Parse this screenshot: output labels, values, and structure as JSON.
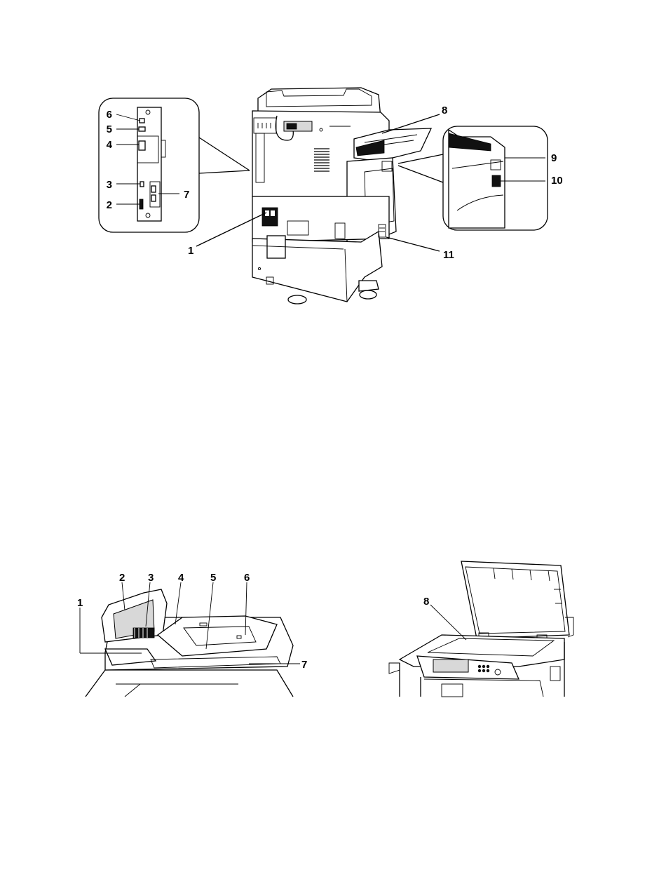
{
  "figures": [
    {
      "name": "printer-rear-view",
      "callouts": [
        "1",
        "2",
        "3",
        "4",
        "5",
        "6",
        "7",
        "8",
        "9",
        "10",
        "11"
      ]
    },
    {
      "name": "document-feeder-view",
      "callouts": [
        "1",
        "2",
        "3",
        "4",
        "5",
        "6",
        "7"
      ]
    },
    {
      "name": "document-glass-view",
      "callouts": [
        "8"
      ]
    }
  ]
}
